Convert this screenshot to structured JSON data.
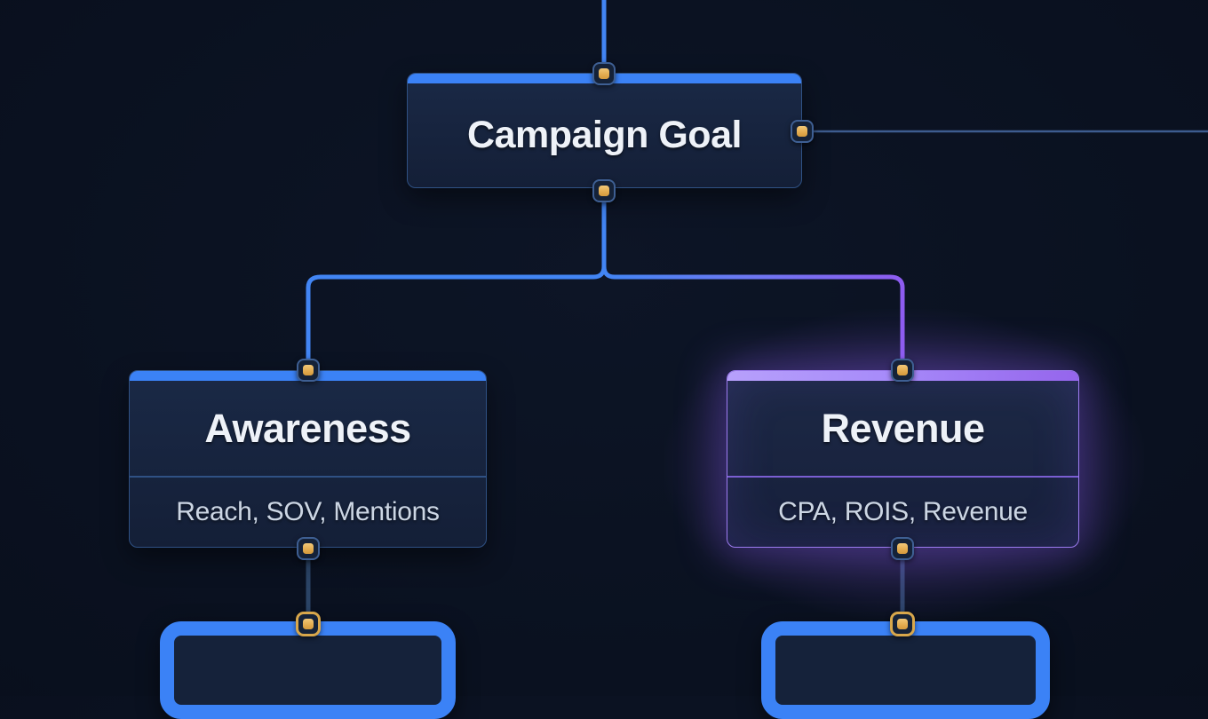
{
  "diagram": {
    "type": "flow-canvas",
    "nodes": {
      "root": {
        "title": "Campaign Goal"
      },
      "left": {
        "title": "Awareness",
        "subtitle": "Reach, SOV, Mentions"
      },
      "right": {
        "title": "Revenue",
        "subtitle": "CPA, ROIS, Revenue",
        "selected": true
      },
      "left_child": {
        "title": ""
      },
      "right_child": {
        "title": ""
      }
    },
    "edges": [
      {
        "from": "offscreen-top",
        "to": "campaign-goal-top"
      },
      {
        "from": "campaign-goal-right",
        "to": "offscreen-right"
      },
      {
        "from": "campaign-goal-bottom",
        "to": "awareness-top"
      },
      {
        "from": "campaign-goal-bottom",
        "to": "revenue-top"
      },
      {
        "from": "awareness-bottom",
        "to": "left-child-top"
      },
      {
        "from": "revenue-bottom",
        "to": "right-child-top"
      }
    ],
    "colors": {
      "background": "#0a1120",
      "accent_blue": "#3b82f6",
      "accent_purple": "#a78bfa",
      "edge_blue": "#4285f4",
      "edge_purple": "#8e5cf0",
      "edge_muted": "#3d5c8f",
      "edge_dark": "#2b4466",
      "handle_gold": "#e9b45c",
      "node_body": "#16233c",
      "title_text": "#eef2f8",
      "subtitle_text": "#ccd6e4"
    }
  }
}
